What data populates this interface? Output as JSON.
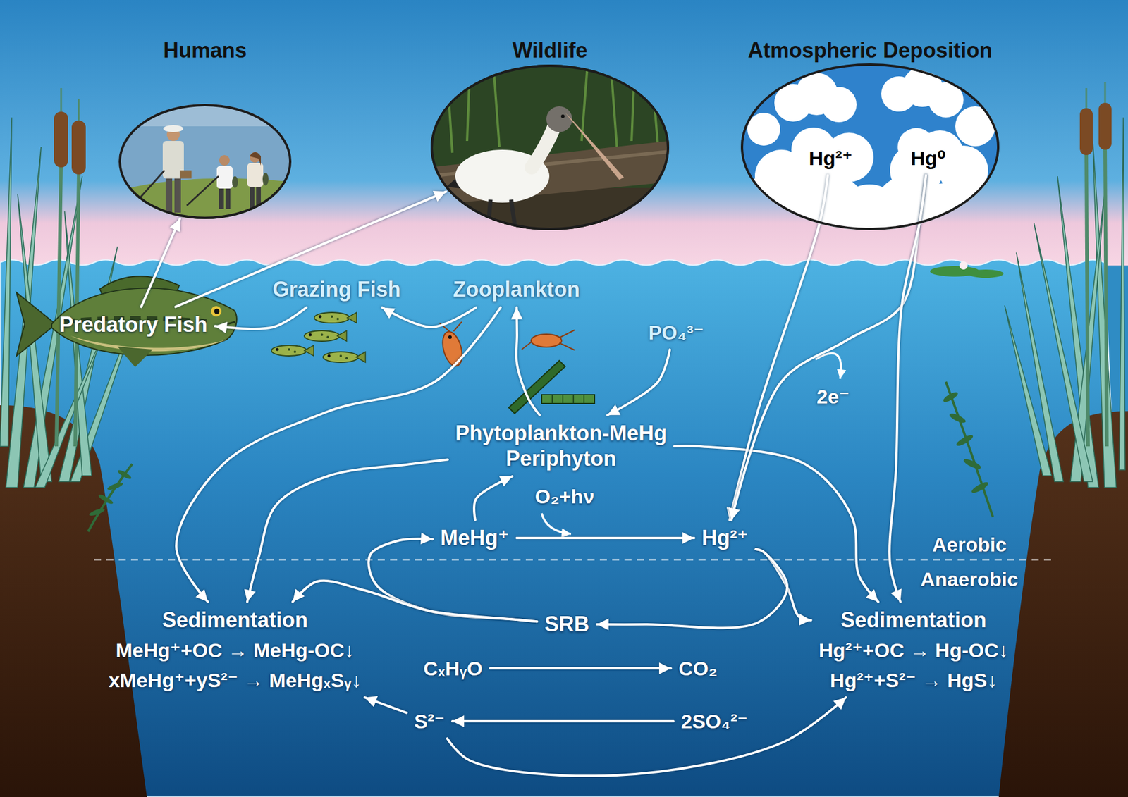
{
  "diagram": {
    "nodes": [
      {
        "text": [
          "Humans"
        ]
      },
      {
        "text": [
          "Wildlife"
        ]
      },
      {
        "text": [
          "Atmospheric Deposition"
        ]
      },
      {
        "text": [
          "Hg²⁺"
        ],
        "in": 2
      },
      {
        "text": [
          "Hg⁰"
        ],
        "in": 2
      },
      {
        "text": [
          "Predatory Fish"
        ]
      },
      {
        "text": [
          "Grazing Fish"
        ]
      },
      {
        "text": [
          "Zooplankton"
        ]
      },
      {
        "text": [
          "PO₄³⁻"
        ]
      },
      {
        "text": [
          "Phytoplankton-MeHg",
          "Periphyton"
        ]
      },
      {
        "text": [
          "MeHg⁺"
        ]
      },
      {
        "text": [
          "Hg²⁺"
        ]
      },
      {
        "text": [
          "SRB"
        ]
      },
      {
        "text": [
          "Sedimentation",
          "MeHg⁺+OC → MeHg-OC↓",
          "xMeHg⁺+yS²⁻ → MeHgₓSᵧ↓"
        ]
      },
      {
        "text": [
          "Sedimentation",
          "Hg²⁺+OC → Hg-OC↓",
          "Hg²⁺+S²⁻ → HgS↓"
        ]
      },
      {
        "text": [
          "CₓHᵧO"
        ]
      },
      {
        "text": [
          "CO₂"
        ]
      },
      {
        "text": [
          "S²⁻"
        ]
      },
      {
        "text": [
          "2SO₄²⁻"
        ]
      }
    ],
    "edges": [
      {
        "from": 5,
        "to": 0,
        "arrow": "to"
      },
      {
        "from": 5,
        "to": 1,
        "arrow": "to"
      },
      {
        "from": 6,
        "to": 5,
        "arrow": "to"
      },
      {
        "from": 7,
        "to": 6,
        "arrow": "to"
      },
      {
        "from": 9,
        "to": 7,
        "arrow": "to"
      },
      {
        "from": 8,
        "to": 9,
        "arrow": "to"
      },
      {
        "from": 7,
        "to": 13,
        "arrow": "to"
      },
      {
        "from": 9,
        "to": 13,
        "arrow": "to"
      },
      {
        "from": 9,
        "to": 14,
        "arrow": "to"
      },
      {
        "from": 10,
        "to": 9,
        "arrow": "to"
      },
      {
        "from": 10,
        "to": 11,
        "arrow": "to"
      },
      {
        "from": 3,
        "to": 11,
        "arrow": "to"
      },
      {
        "from": 4,
        "to": 11,
        "arrow": "to"
      },
      {
        "from": 4,
        "to": 14,
        "arrow": "to"
      },
      {
        "from": 11,
        "to": 14,
        "arrow": "to"
      },
      {
        "from": 11,
        "to": 12,
        "arrow": "to"
      },
      {
        "from": 12,
        "to": 10,
        "arrow": "to"
      },
      {
        "from": 12,
        "to": 13,
        "arrow": "to"
      },
      {
        "from": 15,
        "to": 16,
        "arrow": "to"
      },
      {
        "from": 18,
        "to": 17,
        "arrow": "to"
      },
      {
        "from": 17,
        "to": 13,
        "arrow": "to"
      },
      {
        "from": 17,
        "to": 14,
        "arrow": "to"
      }
    ],
    "labels": [
      "2e⁻",
      "O₂+hν",
      "Aerobic",
      "Anaerobic"
    ]
  }
}
